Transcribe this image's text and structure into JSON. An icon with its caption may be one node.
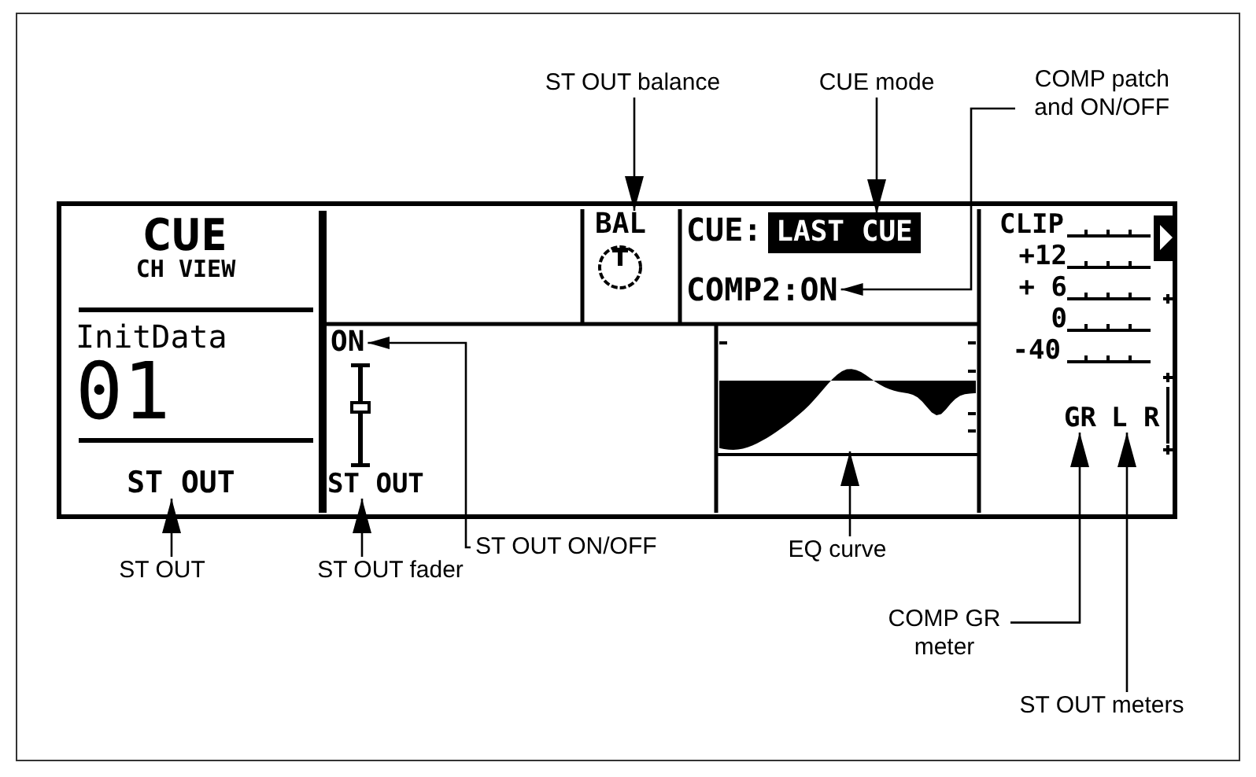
{
  "diagram": {
    "nodes": [
      {
        "text": [
          "ST OUT balance"
        ]
      },
      {
        "text": [
          "CUE mode"
        ]
      },
      {
        "text": [
          "COMP patch and ON/OFF"
        ]
      },
      {
        "text": [],
        "shape": "box"
      },
      {
        "text": [
          "CUE",
          "CH VIEW"
        ],
        "in": 3
      },
      {
        "text": [
          "InitData",
          "01"
        ],
        "in": 3
      },
      {
        "text": [
          "ST OUT"
        ],
        "in": 3
      },
      {
        "text": [
          "BAL"
        ],
        "in": 3
      },
      {
        "text": [
          "CUE:",
          "LAST CUE"
        ],
        "in": 3
      },
      {
        "text": [
          "COMP2:ON"
        ],
        "in": 3
      },
      {
        "text": [
          "ON"
        ],
        "in": 3
      },
      {
        "text": [
          "ST OUT"
        ],
        "in": 3
      },
      {
        "text": [],
        "shape": "picture",
        "in": 3
      },
      {
        "text": [
          "GR"
        ],
        "in": 3
      },
      {
        "text": [
          "L R"
        ],
        "in": 3
      },
      {
        "text": [
          "ST OUT"
        ]
      },
      {
        "text": [
          "ST OUT fader"
        ]
      },
      {
        "text": [
          "ST OUT ON/OFF"
        ]
      },
      {
        "text": [
          "EQ curve"
        ]
      },
      {
        "text": [
          "COMP GR meter"
        ]
      },
      {
        "text": [
          "ST OUT meters"
        ]
      }
    ],
    "edges": [
      {
        "from": 0,
        "to": 7,
        "arrow": "to"
      },
      {
        "from": 1,
        "to": 8,
        "arrow": "to"
      },
      {
        "from": 2,
        "to": 9,
        "arrow": "to"
      },
      {
        "from": 15,
        "to": 6,
        "arrow": "to"
      },
      {
        "from": 16,
        "to": 11,
        "arrow": "to"
      },
      {
        "from": 17,
        "to": 10,
        "arrow": "to"
      },
      {
        "from": 18,
        "to": 12,
        "arrow": "to"
      },
      {
        "from": 19,
        "to": 13,
        "arrow": "to"
      },
      {
        "from": 20,
        "to": 14,
        "arrow": "to"
      }
    ],
    "labels": [
      "CLIP",
      "+12",
      "+ 6",
      "0",
      "-40"
    ]
  }
}
